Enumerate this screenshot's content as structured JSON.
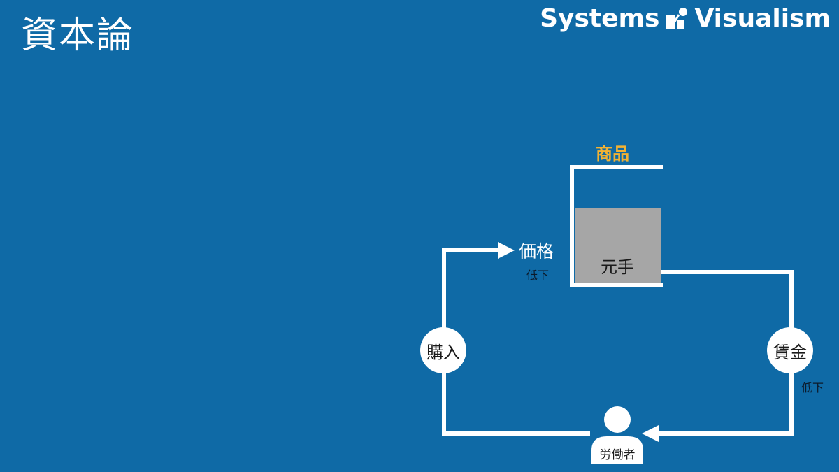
{
  "header": {
    "title": "資本論",
    "brand_left": "Systems",
    "brand_right": "Visualism",
    "logo_icon": "systems-visualism-logo-icon"
  },
  "diagram": {
    "stock": {
      "label": "商品",
      "inner_label": "元手",
      "fill_level": 0.6
    },
    "price": {
      "label": "価格",
      "note": "低下"
    },
    "buy_node": {
      "label": "購入"
    },
    "wage_node": {
      "label": "賃金",
      "note": "低下"
    },
    "worker": {
      "label": "労働者",
      "icon": "person-icon"
    }
  },
  "colors": {
    "background": "#0f6aa6",
    "accent": "#f2b233",
    "stock_fill": "#a6a6a6",
    "line": "#ffffff"
  }
}
